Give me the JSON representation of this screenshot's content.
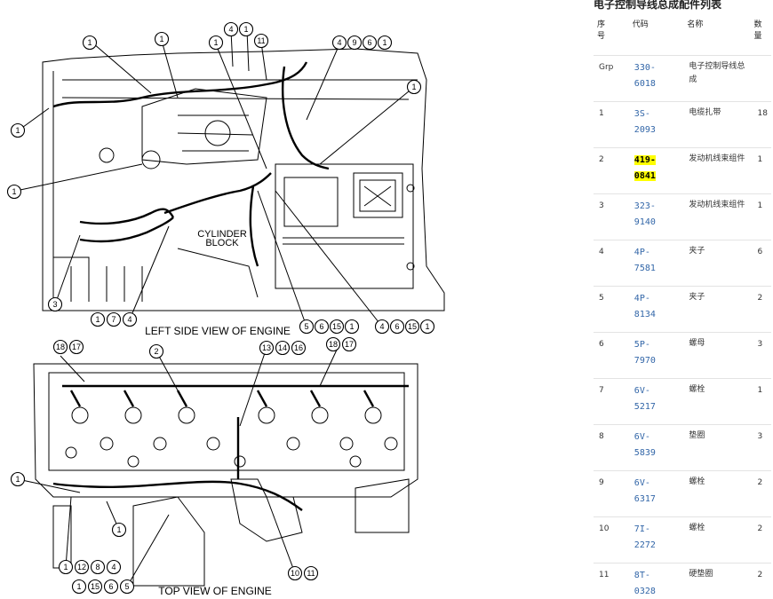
{
  "panel": {
    "title": "电子控制导线总成配件列表",
    "headers": {
      "no": "序\n号",
      "code": "代码",
      "name": "名称",
      "qty": "数\n量"
    },
    "rows": [
      {
        "no": "Grp",
        "code": "330-6018",
        "name": "电子控制导线总成",
        "qty": ""
      },
      {
        "no": "1",
        "code": "3S-2093",
        "name": "电缆扎带",
        "qty": "18"
      },
      {
        "no": "2",
        "code": "419-0841",
        "name": "发动机线束组件",
        "qty": "1",
        "highlighted": true
      },
      {
        "no": "3",
        "code": "323-9140",
        "name": "发动机线束组件",
        "qty": "1"
      },
      {
        "no": "4",
        "code": "4P-7581",
        "name": "夹子",
        "qty": "6"
      },
      {
        "no": "5",
        "code": "4P-8134",
        "name": "夹子",
        "qty": "2"
      },
      {
        "no": "6",
        "code": "5P-7970",
        "name": "螺母",
        "qty": "3"
      },
      {
        "no": "7",
        "code": "6V-5217",
        "name": "螺栓",
        "qty": "1"
      },
      {
        "no": "8",
        "code": "6V-5839",
        "name": "垫圈",
        "qty": "3"
      },
      {
        "no": "9",
        "code": "6V-6317",
        "name": "螺栓",
        "qty": "2"
      },
      {
        "no": "10",
        "code": "7I-2272",
        "name": "螺栓",
        "qty": "2"
      },
      {
        "no": "11",
        "code": "8T-0328",
        "name": "硬垫圈",
        "qty": "2"
      }
    ]
  },
  "diagram": {
    "left_view_caption": "LEFT SIDE VIEW OF ENGINE",
    "top_view_caption": "TOP VIEW OF ENGINE",
    "block_label_line1": "CYLINDER",
    "block_label_line2": "BLOCK",
    "callouts": [
      {
        "t": "1"
      },
      {
        "t": "1"
      },
      {
        "t": "1"
      },
      {
        "t": "4"
      },
      {
        "t": "1"
      },
      {
        "t": "11"
      },
      {
        "t": "4"
      },
      {
        "t": "9"
      },
      {
        "t": "6"
      },
      {
        "t": "1"
      },
      {
        "t": "1"
      },
      {
        "t": "1"
      },
      {
        "t": "1"
      },
      {
        "t": "3"
      },
      {
        "t": "1"
      },
      {
        "t": "7"
      },
      {
        "t": "4"
      },
      {
        "t": "5"
      },
      {
        "t": "6"
      },
      {
        "t": "15"
      },
      {
        "t": "1"
      },
      {
        "t": "4"
      },
      {
        "t": "6"
      },
      {
        "t": "15"
      },
      {
        "t": "1"
      },
      {
        "t": "18"
      },
      {
        "t": "17"
      },
      {
        "t": "2"
      },
      {
        "t": "13"
      },
      {
        "t": "14"
      },
      {
        "t": "16"
      },
      {
        "t": "18"
      },
      {
        "t": "17"
      },
      {
        "t": "1"
      },
      {
        "t": "1"
      },
      {
        "t": "1"
      },
      {
        "t": "12"
      },
      {
        "t": "8"
      },
      {
        "t": "4"
      },
      {
        "t": "1"
      },
      {
        "t": "15"
      },
      {
        "t": "6"
      },
      {
        "t": "5"
      },
      {
        "t": "10"
      },
      {
        "t": "11"
      }
    ]
  }
}
